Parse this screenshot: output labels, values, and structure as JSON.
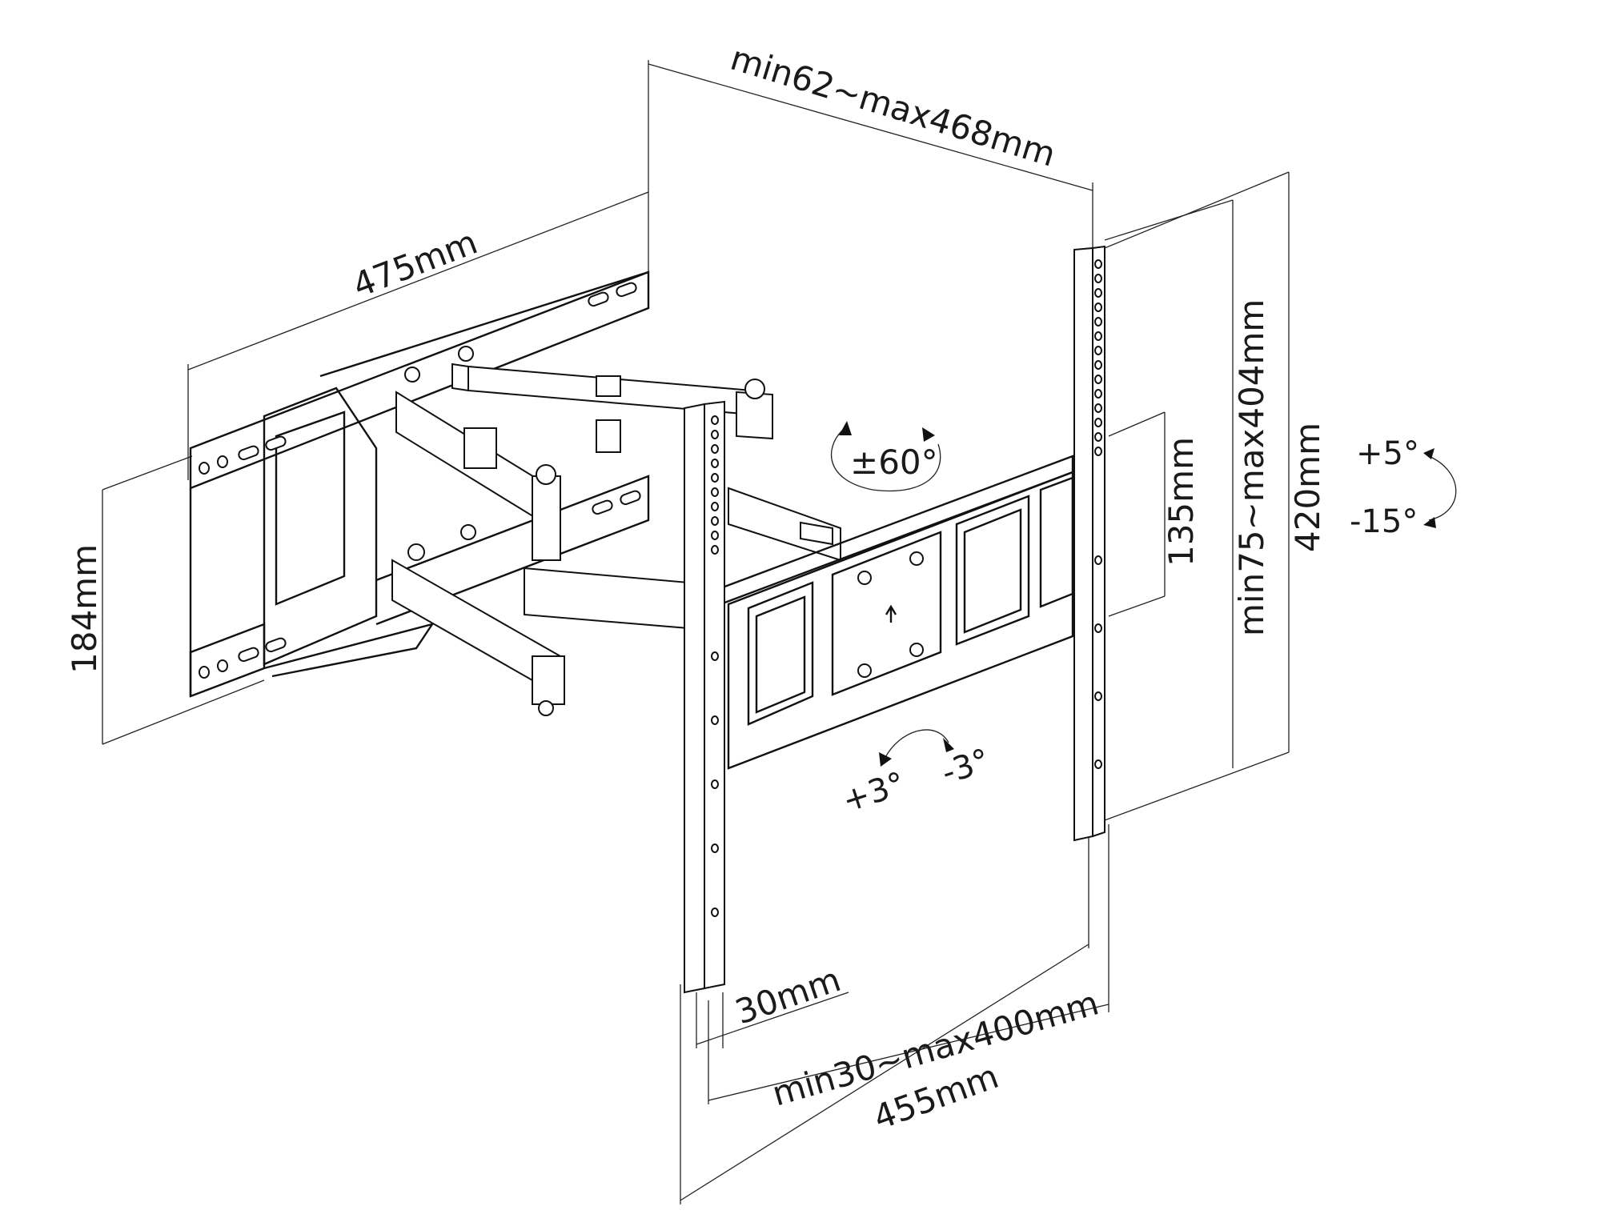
{
  "diagram": {
    "dimensions": {
      "depth": "min62~max468mm",
      "wall_plate_width": "475mm",
      "wall_plate_height": "184mm",
      "vesa_horizontal": "min30~max400mm",
      "plate_width": "455mm",
      "rail_width": "30mm",
      "center_height": "135mm",
      "vesa_vertical": "min75~max404mm",
      "plate_height": "420mm"
    },
    "angles": {
      "swivel": "±60°",
      "tilt_up": "+5°",
      "tilt_down": "-15°",
      "level_plus": "+3°",
      "level_minus": "-3°"
    },
    "colors": {
      "line": "#111111",
      "background": "#ffffff"
    }
  }
}
